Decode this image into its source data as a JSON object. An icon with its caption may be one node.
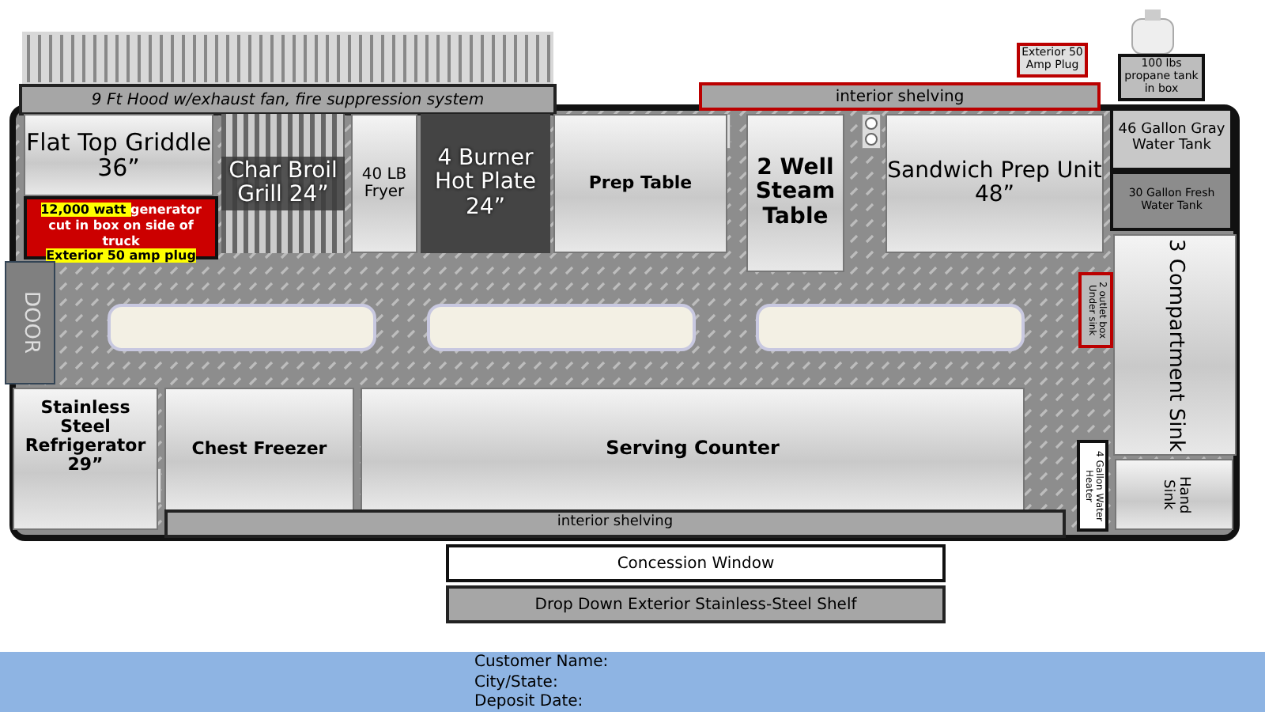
{
  "diagram": {
    "nodes": [
      {
        "text": [
          "9 Ft Hood w/exhaust fan, fire suppression system"
        ]
      },
      {
        "text": [
          "Exterior 50 Amp Plug"
        ]
      },
      {
        "text": [
          "100 lbs propane tank in box"
        ]
      },
      {
        "text": [
          "interior shelving"
        ]
      },
      {
        "text": [
          "Flat Top Griddle 36”"
        ]
      },
      {
        "text": [
          "12,000 watt",
          "generator cut in box on side of truck",
          "Exterior 50 amp plug"
        ]
      },
      {
        "text": [
          "Char Broil Grill 24”"
        ]
      },
      {
        "text": [
          "40 LB Fryer"
        ]
      },
      {
        "text": [
          "4 Burner Hot Plate 24”"
        ]
      },
      {
        "text": [
          "Prep Table"
        ]
      },
      {
        "text": [
          "2 Well Steam Table"
        ]
      },
      {
        "text": [
          "Sandwich Prep Unit 48”"
        ]
      },
      {
        "text": [
          "46 Gallon Gray Water Tank"
        ]
      },
      {
        "text": [
          "30 Gallon Fresh Water Tank"
        ]
      },
      {
        "text": [
          "DOOR"
        ]
      },
      {
        "text": [
          "3 Compartment Sink"
        ]
      },
      {
        "text": [
          "2 outlet box Under sink"
        ]
      },
      {
        "text": [
          "Stainless Steel Refrigerator 29”"
        ]
      },
      {
        "text": [
          "Chest Freezer"
        ]
      },
      {
        "text": [
          "Serving Counter"
        ]
      },
      {
        "text": [
          "4 Gallon Water Heater"
        ]
      },
      {
        "text": [
          "Hand Sink"
        ]
      },
      {
        "text": [
          "interior shelving"
        ]
      },
      {
        "text": [
          "Concession Window"
        ]
      },
      {
        "text": [
          "Drop Down Exterior Stainless-Steel Shelf"
        ]
      }
    ],
    "labels": [
      "Customer Name:",
      "City/State:",
      "Deposit Date:"
    ]
  }
}
